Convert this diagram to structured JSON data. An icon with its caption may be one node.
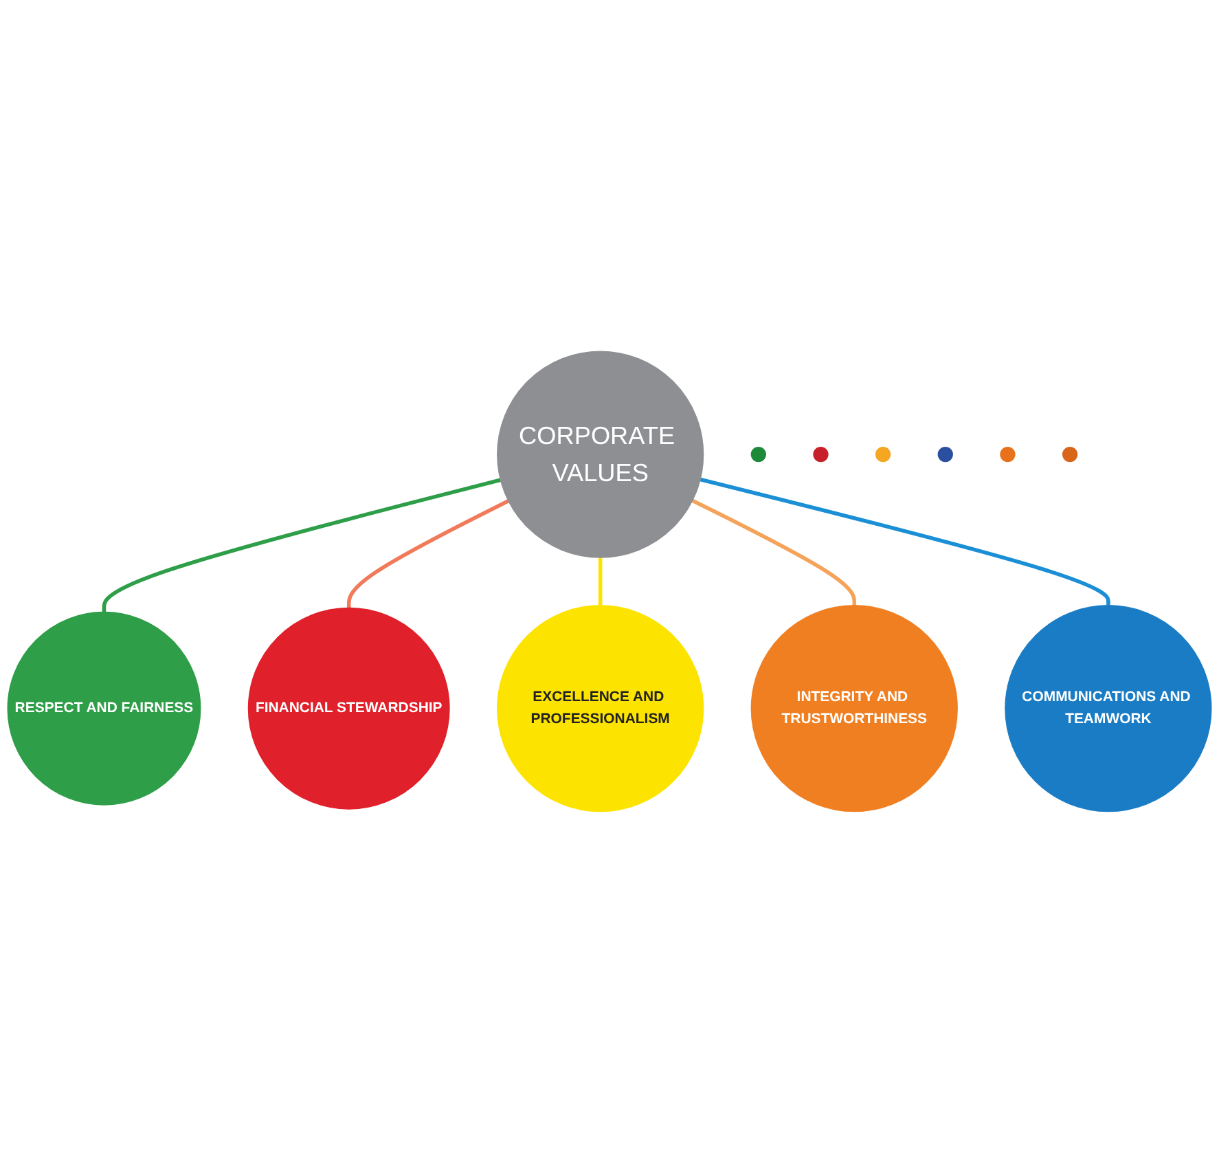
{
  "diagram": {
    "nodes": [
      {
        "text": [
          "CORPORATE VALUES"
        ]
      },
      {
        "text": [
          "RESPECT AND FAIRNESS"
        ]
      },
      {
        "text": [
          "FINANCIAL STEWARDSHIP"
        ]
      },
      {
        "text": [
          "EXCELLENCE AND PROFESSIONALISM"
        ]
      },
      {
        "text": [
          "INTEGRITY AND TRUSTWORTHINESS"
        ]
      },
      {
        "text": [
          "COMMUNICATIONS AND TEAMWORK"
        ]
      },
      {
        "text": [],
        "shape": "circle"
      },
      {
        "text": [],
        "shape": "circle"
      },
      {
        "text": [],
        "shape": "circle"
      },
      {
        "text": [],
        "shape": "circle"
      },
      {
        "text": [],
        "shape": "circle"
      },
      {
        "text": [],
        "shape": "circle"
      }
    ],
    "edges": [
      {
        "from": 0,
        "to": 1,
        "arrow": "none",
        "color": "#2e9e48"
      },
      {
        "from": 0,
        "to": 2,
        "arrow": "none",
        "color": "#f07a5a"
      },
      {
        "from": 0,
        "to": 3,
        "arrow": "none",
        "color": "#fce300"
      },
      {
        "from": 0,
        "to": 4,
        "arrow": "none",
        "color": "#f5a25a"
      },
      {
        "from": 0,
        "to": 5,
        "arrow": "none",
        "color": "#1a8fd6"
      }
    ]
  }
}
